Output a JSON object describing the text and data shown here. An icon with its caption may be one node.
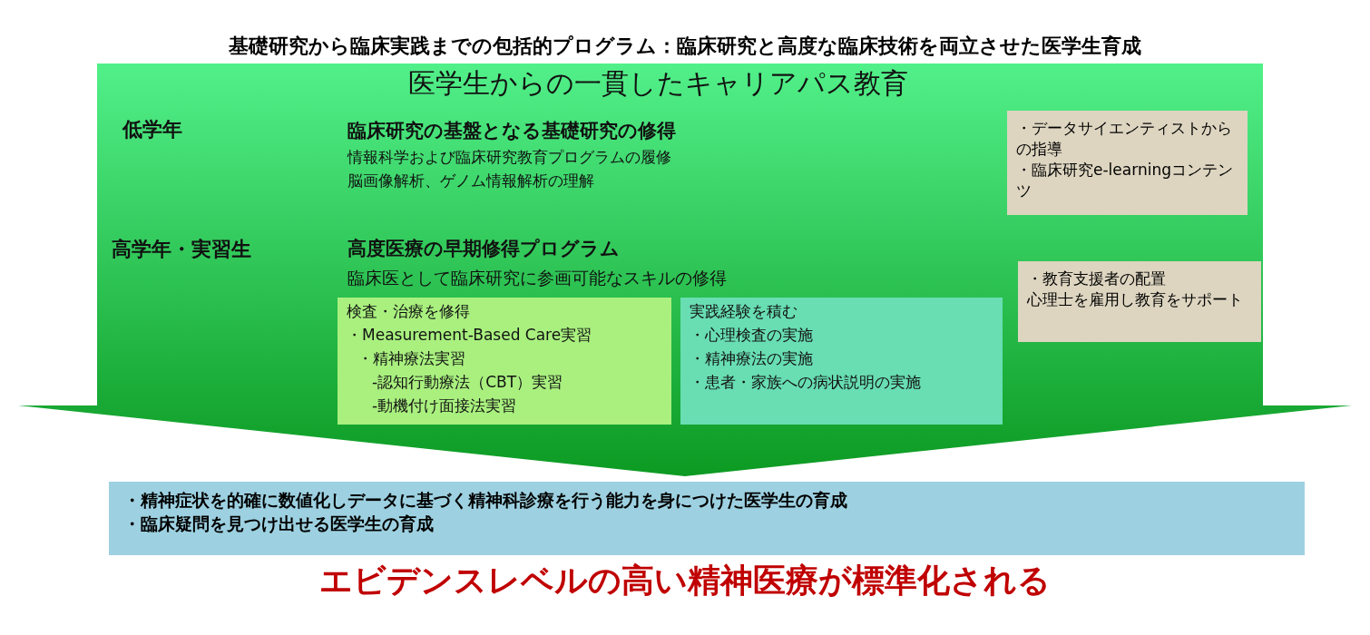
{
  "diagram": {
    "title": "基礎研究から臨床実践までの包括的プログラム：臨床研究と高度な臨床技術を両立させた医学生育成",
    "nodes": [
      {
        "text": [
          "医学生からの一貫したキャリアパス教育",
          "低学年",
          "臨床研究の基盤となる基礎研究の修得",
          "情報科学および臨床研究教育プログラムの履修",
          "脳画像解析、ゲノム情報解析の理解",
          "高学年・実習生",
          "高度医療の早期修得プログラム",
          "臨床医として臨床研究に参画可能なスキルの修得"
        ]
      },
      {
        "text": [
          "検査・治療を修得",
          "・Measurement-Based Care実習",
          "・精神療法実習",
          "-認知行動療法（CBT）実習",
          "-動機付け面接法実習"
        ],
        "in": 0
      },
      {
        "text": [
          "実践経験を積む",
          "・心理検査の実施",
          "・精神療法の実施",
          "・患者・家族への病状説明の実施"
        ],
        "in": 0
      },
      {
        "text": [
          "・データサイエンティストからの指導",
          "・臨床研究e-learningコンテンツ"
        ],
        "in": 0
      },
      {
        "text": [
          "・教育支援者の配置",
          "心理士を雇用し教育をサポート"
        ],
        "in": 0
      },
      {
        "text": [
          "・精神症状を的確に数値化しデータに基づく精神科診療を行う能力を身につけた医学生の育成",
          "・臨床疑問を見つけ出せる医学生の育成"
        ]
      }
    ],
    "labels": [
      "エビデンスレベルの高い精神医療が標準化される"
    ]
  }
}
